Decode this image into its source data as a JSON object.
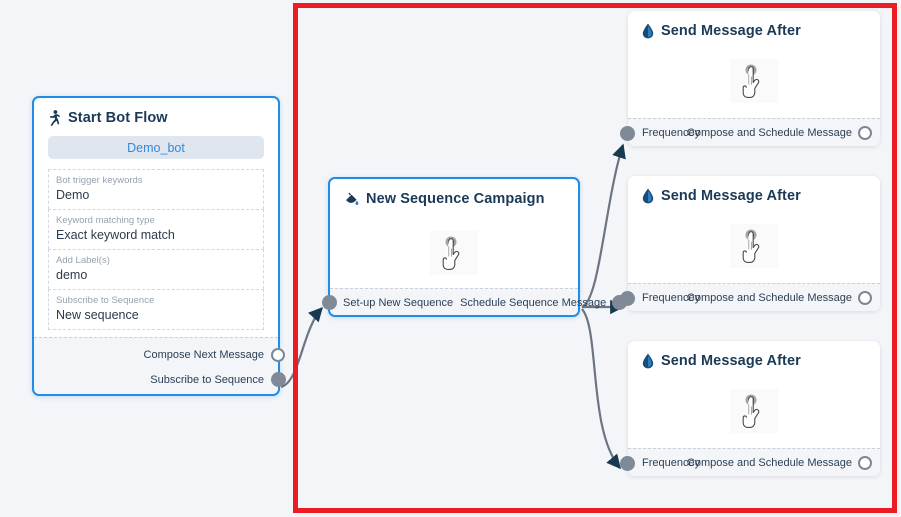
{
  "canvas": {
    "background_color": "#f4f5f8",
    "selection_rect_color": "#ec1c24",
    "edge_color": "#6b7583",
    "node_border_color": "#1f8ce8"
  },
  "nodes": {
    "start_bot_flow": {
      "title": "Start Bot Flow",
      "icon": "running-person-icon",
      "bot_name": "Demo_bot",
      "fields": [
        {
          "label": "Bot trigger keywords",
          "value": "Demo"
        },
        {
          "label": "Keyword matching type",
          "value": "Exact keyword match"
        },
        {
          "label": "Add Label(s)",
          "value": "demo"
        },
        {
          "label": "Subscribe to Sequence",
          "value": "New sequence"
        }
      ],
      "ports": [
        {
          "label": "Compose Next Message",
          "style": "hollow"
        },
        {
          "label": "Subscribe to Sequence",
          "style": "filled"
        }
      ]
    },
    "new_sequence_campaign": {
      "title": "New Sequence Campaign",
      "icon": "paint-pour-icon",
      "body_icon": "hand-pointer-icon",
      "input_port_label": "Set-up New Sequence",
      "output_port_label": "Schedule Sequence Message"
    },
    "send_message_cards": [
      {
        "title": "Send Message After",
        "icon": "water-drop-icon",
        "body_icon": "hand-pointer-icon",
        "input_port_label": "Frequencey",
        "output_port_label": "Compose and Schedule Message"
      },
      {
        "title": "Send Message After",
        "icon": "water-drop-icon",
        "body_icon": "hand-pointer-icon",
        "input_port_label": "Frequencey",
        "output_port_label": "Compose and Schedule Message"
      },
      {
        "title": "Send Message After",
        "icon": "water-drop-icon",
        "body_icon": "hand-pointer-icon",
        "input_port_label": "Frequencey",
        "output_port_label": "Compose and Schedule Message"
      }
    ]
  }
}
